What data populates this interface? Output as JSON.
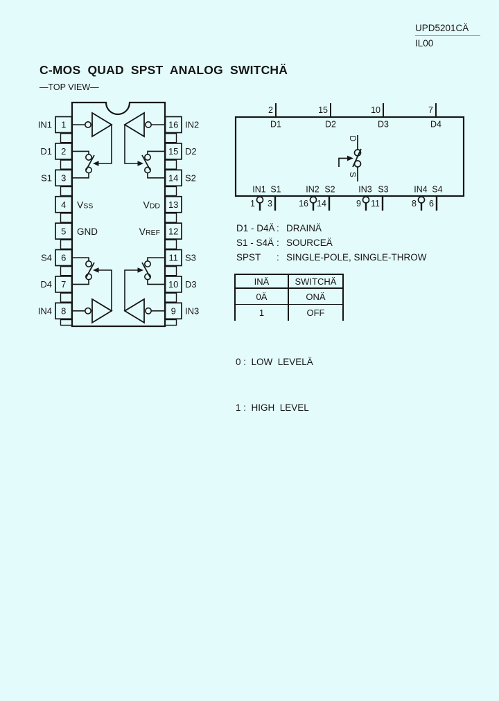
{
  "page": {
    "background": "#E4FBFB",
    "ink": "#161616",
    "part_number": "UPD5201CÄ",
    "doc_code": "IL00",
    "title": "C-MOS  QUAD  SPST  ANALOG  SWITCHÄ",
    "view_label": "—TOP VIEW—"
  },
  "ic": {
    "left_pins": [
      {
        "num": "1",
        "label": "IN1"
      },
      {
        "num": "2",
        "label": "D1"
      },
      {
        "num": "3",
        "label": "S1"
      },
      {
        "num": "4",
        "label": ""
      },
      {
        "num": "5",
        "label": ""
      },
      {
        "num": "6",
        "label": "S4"
      },
      {
        "num": "7",
        "label": "D4"
      },
      {
        "num": "8",
        "label": "IN4"
      }
    ],
    "right_pins": [
      {
        "num": "16",
        "label": "IN2"
      },
      {
        "num": "15",
        "label": "D2"
      },
      {
        "num": "14",
        "label": "S2"
      },
      {
        "num": "13",
        "label": ""
      },
      {
        "num": "12",
        "label": ""
      },
      {
        "num": "11",
        "label": "S3"
      },
      {
        "num": "10",
        "label": "D3"
      },
      {
        "num": "9",
        "label": "IN3"
      }
    ],
    "internal_labels": {
      "vss_main": "V",
      "vss_sub": "SS",
      "gnd": "GND",
      "vdd_main": "V",
      "vdd_sub": "DD",
      "vref_main": "V",
      "vref_sub": "REF"
    }
  },
  "schematic": {
    "top_pins": [
      {
        "num": "2",
        "label": "D1"
      },
      {
        "num": "15",
        "label": "D2"
      },
      {
        "num": "10",
        "label": "D3"
      },
      {
        "num": "7",
        "label": "D4"
      }
    ],
    "bottom_pins": [
      {
        "in_num": "1",
        "in_label": "IN1",
        "s_num": "3",
        "s_label": "S1"
      },
      {
        "in_num": "16",
        "in_label": "IN2",
        "s_num": "14",
        "s_label": "S2"
      },
      {
        "in_num": "9",
        "in_label": "IN3",
        "s_num": "11",
        "s_label": "S3"
      },
      {
        "in_num": "8",
        "in_label": "IN4",
        "s_num": "6",
        "s_label": "S4"
      }
    ],
    "switch_labels": {
      "drain": "D",
      "source": "S"
    }
  },
  "legend": [
    {
      "term": "D1 - D4Ä",
      "colon": ":",
      "def": "DRAINÄ"
    },
    {
      "term": "S1 - S4Ä",
      "colon": ":",
      "def": "SOURCEÄ"
    },
    {
      "term": "SPST",
      "colon": ":",
      "def": "SINGLE-POLE, SINGLE-THROW"
    }
  ],
  "truth_table": {
    "headers": [
      "INÄ",
      "SWITCHÄ"
    ],
    "rows": [
      [
        "0Ä",
        "ONÄ"
      ],
      [
        "1",
        "OFF"
      ]
    ]
  },
  "notes": [
    "0 :  LOW  LEVELÄ",
    "1 :  HIGH  LEVEL"
  ]
}
